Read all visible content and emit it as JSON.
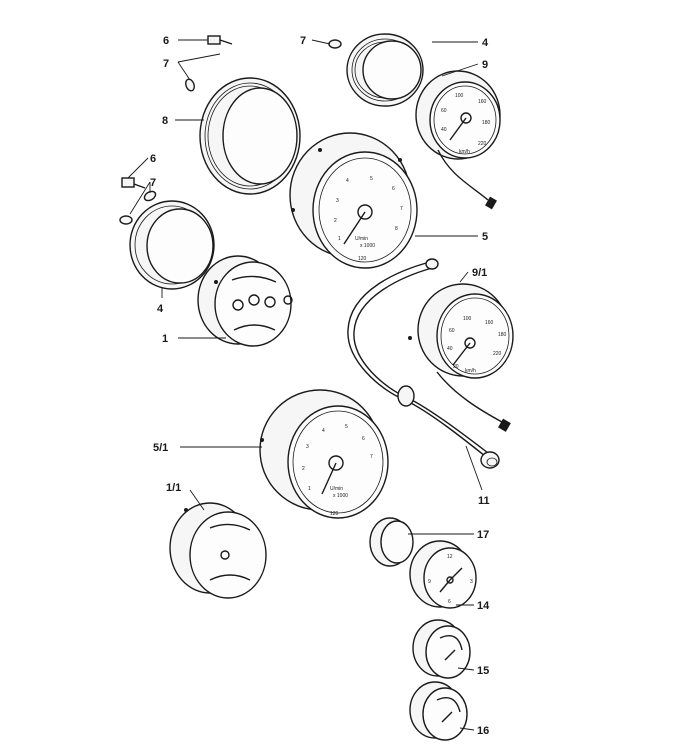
{
  "callouts": {
    "c6a": "6",
    "c7a": "7",
    "c7b": "7",
    "c4a": "4",
    "c8": "8",
    "c9": "9",
    "c6b": "6",
    "c7c": "7",
    "c5": "5",
    "c4b": "4",
    "c1": "1",
    "c9_1": "9/1",
    "c5_1": "5/1",
    "c11": "11",
    "c1_1": "1/1",
    "c17": "17",
    "c14": "14",
    "c15": "15",
    "c16": "16"
  },
  "ink_color": "#1a1a1a",
  "paper_color": "#ffffff"
}
